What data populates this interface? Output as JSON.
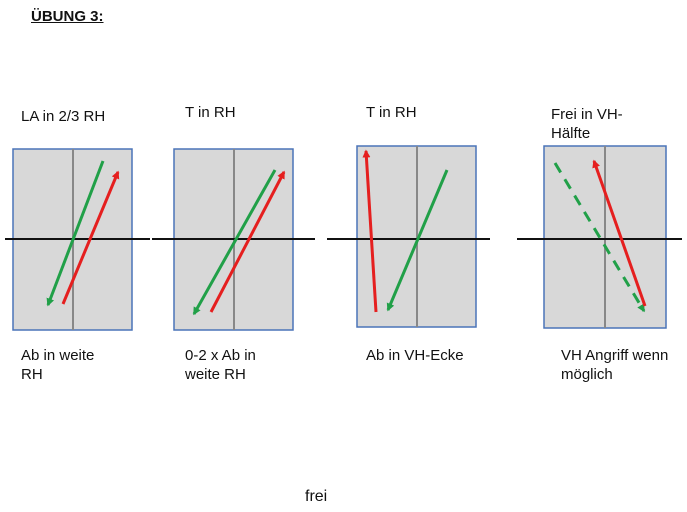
{
  "title": "ÜBUNG 3:",
  "colors": {
    "field_fill": "#d8d8d8",
    "field_border": "#4a74b8",
    "center_line": "#888888",
    "half_line": "#111111",
    "red_arrow": "#e51f1f",
    "green_arrow": "#21a048"
  },
  "diagrams": [
    {
      "top_label": "LA in 2/3 RH",
      "bottom_label": "Ab in weite RH"
    },
    {
      "top_label": "T in RH",
      "bottom_label": "0-2 x Ab in weite RH"
    },
    {
      "top_label": "T in RH",
      "bottom_label": "Ab in VH-Ecke"
    },
    {
      "top_label": "Frei in VH-Hälfte",
      "bottom_label": "VH Angriff wenn möglich"
    }
  ],
  "footer": "frei"
}
